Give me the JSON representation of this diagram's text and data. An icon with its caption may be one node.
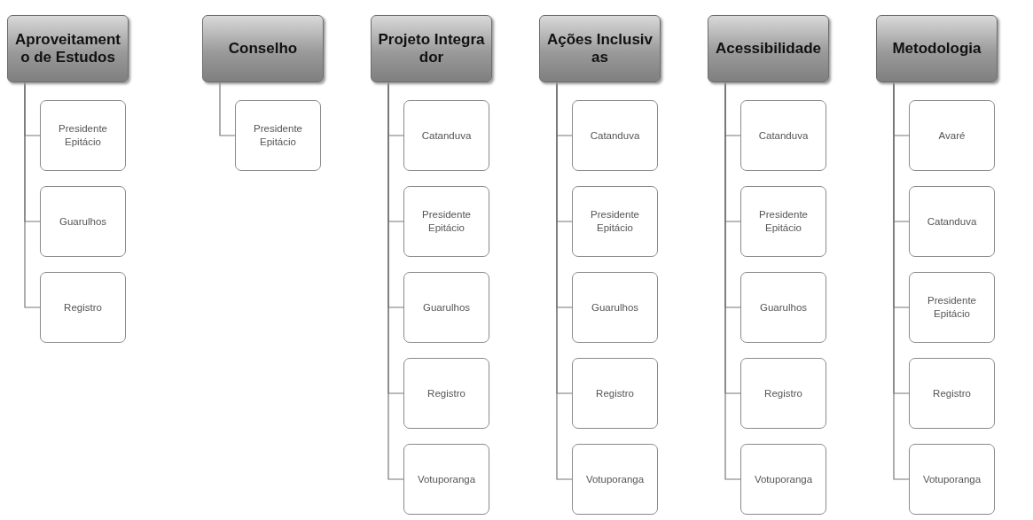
{
  "diagram": {
    "nodes": [
      {
        "text": [
          "Aproveitamento de Estudos"
        ]
      },
      {
        "text": [
          "Presidente Epitácio"
        ]
      },
      {
        "text": [
          "Guarulhos"
        ]
      },
      {
        "text": [
          "Registro"
        ]
      },
      {
        "text": [
          "Conselho"
        ]
      },
      {
        "text": [
          "Presidente Epitácio"
        ]
      },
      {
        "text": [
          "Projeto Integrador"
        ]
      },
      {
        "text": [
          "Catanduva"
        ]
      },
      {
        "text": [
          "Presidente Epitácio"
        ]
      },
      {
        "text": [
          "Guarulhos"
        ]
      },
      {
        "text": [
          "Registro"
        ]
      },
      {
        "text": [
          "Votuporanga"
        ]
      },
      {
        "text": [
          "Ações Inclusivas"
        ]
      },
      {
        "text": [
          "Catanduva"
        ]
      },
      {
        "text": [
          "Presidente Epitácio"
        ]
      },
      {
        "text": [
          "Guarulhos"
        ]
      },
      {
        "text": [
          "Registro"
        ]
      },
      {
        "text": [
          "Votuporanga"
        ]
      },
      {
        "text": [
          "Acessibilidade"
        ]
      },
      {
        "text": [
          "Catanduva"
        ]
      },
      {
        "text": [
          "Presidente Epitácio"
        ]
      },
      {
        "text": [
          "Guarulhos"
        ]
      },
      {
        "text": [
          "Registro"
        ]
      },
      {
        "text": [
          "Votuporanga"
        ]
      },
      {
        "text": [
          "Metodologia"
        ]
      },
      {
        "text": [
          "Avaré"
        ]
      },
      {
        "text": [
          "Catanduva"
        ]
      },
      {
        "text": [
          "Presidente Epitácio"
        ]
      },
      {
        "text": [
          "Registro"
        ]
      },
      {
        "text": [
          "Votuporanga"
        ]
      }
    ],
    "edges": [
      {
        "from": 0,
        "to": 1,
        "arrow": "none"
      },
      {
        "from": 0,
        "to": 2,
        "arrow": "none"
      },
      {
        "from": 0,
        "to": 3,
        "arrow": "none"
      },
      {
        "from": 4,
        "to": 5,
        "arrow": "none"
      },
      {
        "from": 6,
        "to": 7,
        "arrow": "none"
      },
      {
        "from": 6,
        "to": 8,
        "arrow": "none"
      },
      {
        "from": 6,
        "to": 9,
        "arrow": "none"
      },
      {
        "from": 6,
        "to": 10,
        "arrow": "none"
      },
      {
        "from": 6,
        "to": 11,
        "arrow": "none"
      },
      {
        "from": 12,
        "to": 13,
        "arrow": "none"
      },
      {
        "from": 12,
        "to": 14,
        "arrow": "none"
      },
      {
        "from": 12,
        "to": 15,
        "arrow": "none"
      },
      {
        "from": 12,
        "to": 16,
        "arrow": "none"
      },
      {
        "from": 12,
        "to": 17,
        "arrow": "none"
      },
      {
        "from": 18,
        "to": 19,
        "arrow": "none"
      },
      {
        "from": 18,
        "to": 20,
        "arrow": "none"
      },
      {
        "from": 18,
        "to": 21,
        "arrow": "none"
      },
      {
        "from": 18,
        "to": 22,
        "arrow": "none"
      },
      {
        "from": 18,
        "to": 23,
        "arrow": "none"
      },
      {
        "from": 24,
        "to": 25,
        "arrow": "none"
      },
      {
        "from": 24,
        "to": 26,
        "arrow": "none"
      },
      {
        "from": 24,
        "to": 27,
        "arrow": "none"
      },
      {
        "from": 24,
        "to": 28,
        "arrow": "none"
      },
      {
        "from": 24,
        "to": 29,
        "arrow": "none"
      }
    ]
  }
}
